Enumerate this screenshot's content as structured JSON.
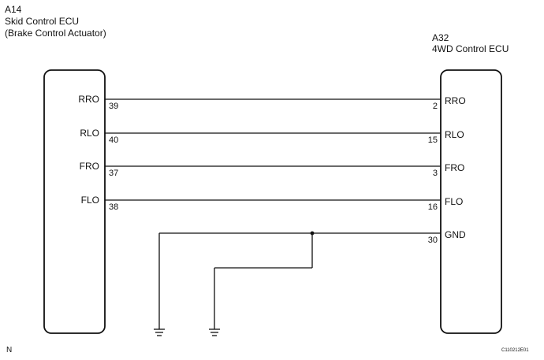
{
  "left_ecu": {
    "code": "A14",
    "name": "Skid Control ECU",
    "subname": "(Brake Control Actuator)"
  },
  "right_ecu": {
    "code": "A32",
    "name": "4WD Control ECU"
  },
  "wires": [
    {
      "left_signal": "RRO",
      "left_pin": "39",
      "right_pin": "2",
      "right_signal": "RRO"
    },
    {
      "left_signal": "RLO",
      "left_pin": "40",
      "right_pin": "15",
      "right_signal": "RLO"
    },
    {
      "left_signal": "FRO",
      "left_pin": "37",
      "right_pin": "3",
      "right_signal": "FRO"
    },
    {
      "left_signal": "FLO",
      "left_pin": "38",
      "right_pin": "16",
      "right_signal": "FLO"
    }
  ],
  "ground": {
    "right_pin": "30",
    "right_signal": "GND"
  },
  "footer": {
    "left_mark": "N",
    "figure_code": "C110212E01"
  }
}
